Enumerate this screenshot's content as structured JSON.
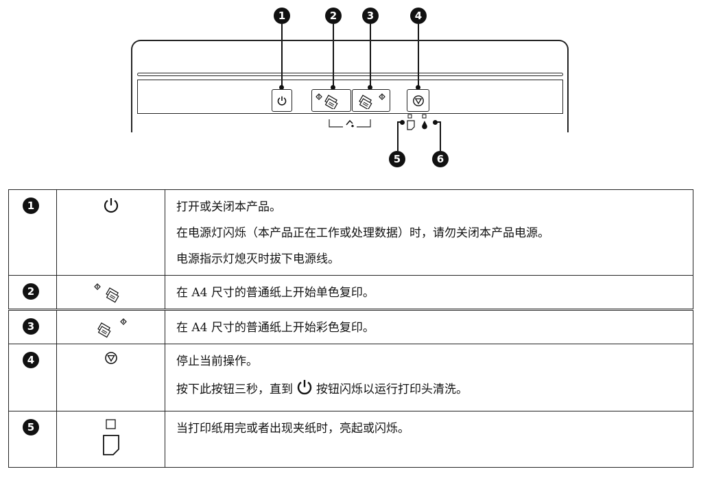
{
  "diagram": {
    "callouts": [
      "1",
      "2",
      "3",
      "4",
      "5",
      "6"
    ]
  },
  "table": {
    "rows": [
      {
        "number": "1",
        "icon": "power-icon",
        "lines": [
          "打开或关闭本产品。",
          "在电源灯闪烁（本产品正在工作或处理数据）时，请勿关闭本产品电源。",
          "电源指示灯熄灭时拔下电源线。"
        ]
      },
      {
        "number": "2",
        "icon": "mono-copy-icon",
        "lines": [
          "在 A4 尺寸的普通纸上开始单色复印。"
        ]
      },
      {
        "number": "3",
        "icon": "color-copy-icon",
        "lines": [
          "在 A4 尺寸的普通纸上开始彩色复印。"
        ]
      },
      {
        "number": "4",
        "icon": "stop-icon",
        "lines": [
          "停止当前操作。"
        ],
        "line2_before": "按下此按钮三秒，直到",
        "line2_after": "按钮闪烁以运行打印头清洗。"
      },
      {
        "number": "5",
        "icon": "paper-icon",
        "lines": [
          "当打印纸用完或者出现夹纸时，亮起或闪烁。"
        ]
      }
    ]
  }
}
